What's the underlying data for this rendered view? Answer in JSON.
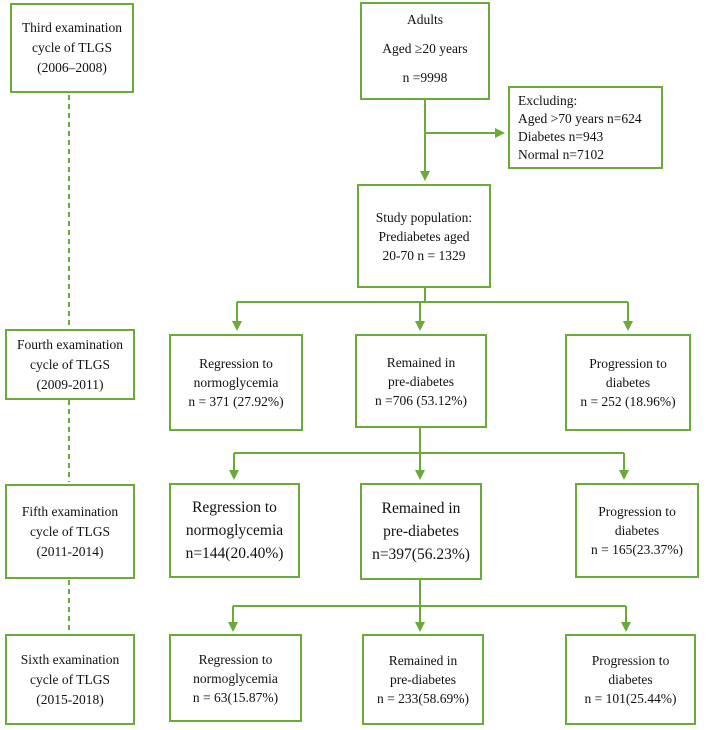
{
  "stages": [
    {
      "lines": [
        "Third examination",
        "cycle of TLGS",
        "(2006–2008)"
      ]
    },
    {
      "lines": [
        "Fourth examination",
        "cycle of TLGS",
        "(2009-2011)"
      ]
    },
    {
      "lines": [
        "Fifth examination",
        "cycle of TLGS",
        "(2011-2014)"
      ]
    },
    {
      "lines": [
        "Sixth examination",
        "cycle of TLGS",
        "(2015-2018)"
      ]
    }
  ],
  "adults": {
    "lines": [
      "Adults",
      "Aged ≥20 years",
      "n =9998"
    ]
  },
  "excluding": {
    "lines": [
      "Excluding:",
      "Aged >70 years n=624",
      "Diabetes n=943",
      "Normal n=7102"
    ]
  },
  "study_population": {
    "lines": [
      "Study population:",
      "Prediabetes aged",
      "20-70 n = 1329"
    ]
  },
  "fourth_cycle": {
    "regression": {
      "lines": [
        "Regression to",
        "normoglycemia",
        "n = 371 (27.92%)"
      ]
    },
    "remained": {
      "lines": [
        "Remained in",
        "pre-diabetes",
        "n =706 (53.12%)"
      ]
    },
    "progression": {
      "lines": [
        "Progression to",
        "diabetes",
        "n = 252 (18.96%)"
      ]
    }
  },
  "fifth_cycle": {
    "regression": {
      "lines": [
        "Regression to",
        "normoglycemia",
        "n=144(20.40%)"
      ]
    },
    "remained": {
      "lines": [
        "Remained in",
        "pre-diabetes",
        "n=397(56.23%)"
      ]
    },
    "progression": {
      "lines": [
        "Progression to",
        "diabetes",
        "n = 165(23.37%)"
      ]
    }
  },
  "sixth_cycle": {
    "regression": {
      "lines": [
        "Regression to",
        "normoglycemia",
        "n = 63(15.87%)"
      ]
    },
    "remained": {
      "lines": [
        "Remained in",
        "pre-diabetes",
        "n = 233(58.69%)"
      ]
    },
    "progression": {
      "lines": [
        "Progression to",
        "diabetes",
        "n = 101(25.44%)"
      ]
    }
  },
  "colors": {
    "line": "#6aaa3a",
    "text": "#111111"
  }
}
